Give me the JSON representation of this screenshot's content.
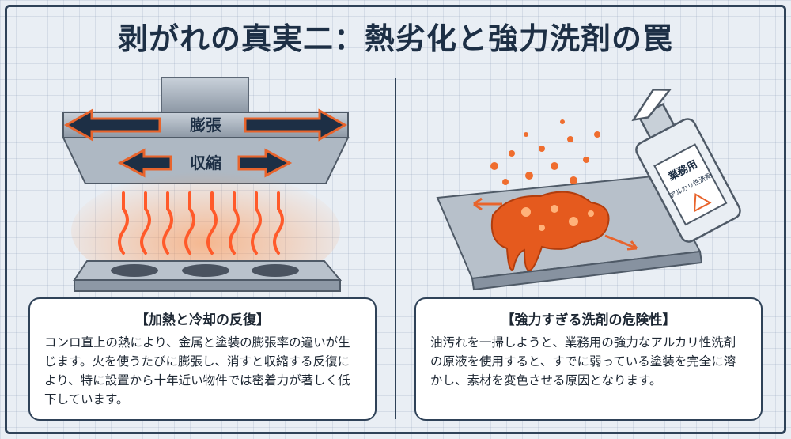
{
  "title": "剥がれの真実二：熱劣化と強力洗剤の罠",
  "left": {
    "expand_label": "膨張",
    "shrink_label": "収縮",
    "card_title": "【加熱と冷却の反復】",
    "card_body": "コンロ直上の熱により、金属と塗装の膨張率の違いが生じます。火を使うたびに膨張し、消すと収縮する反復により、特に設置から十年近い物件では密着力が著しく低下しています。"
  },
  "right": {
    "bottle_label_1": "業務用",
    "bottle_label_2": "アルカリ性洗剤",
    "card_title": "【強力すぎる洗剤の危険性】",
    "card_body": "油汚れを一掃しようと、業務用の強力なアルカリ性洗剤の原液を使用すると、すでに弱っている塗装を完全に溶かし、素材を変色させる原因となります。"
  },
  "colors": {
    "accent_orange": "#e8642c",
    "dark_navy": "#1d2f45",
    "steel": "#9aa6b3"
  }
}
